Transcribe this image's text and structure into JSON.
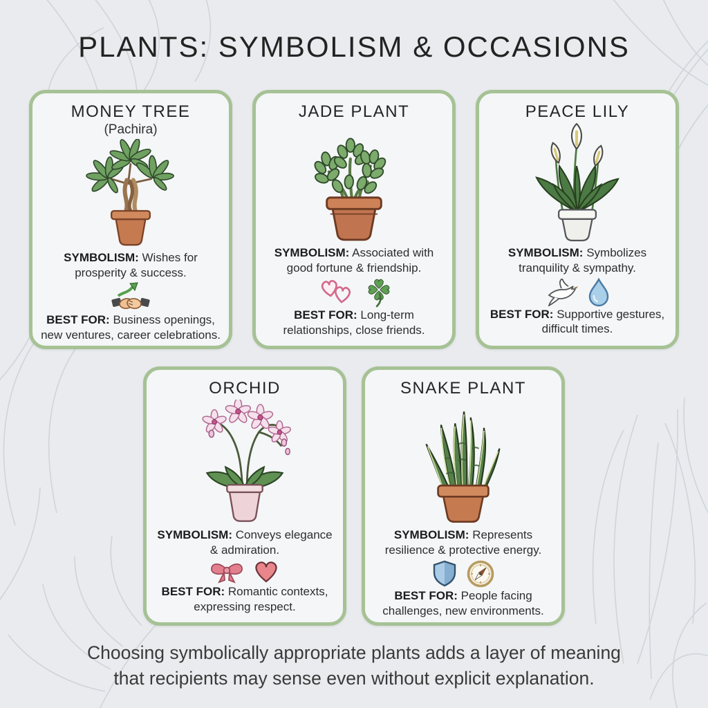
{
  "page_title": "PLANTS: SYMBOLISM & OCCASIONS",
  "labels": {
    "symbolism": "SYMBOLISM:",
    "best_for": "BEST FOR:"
  },
  "cards": [
    {
      "name": "MONEY TREE",
      "subtitle": "(Pachira)",
      "symbolism": "Wishes for prosperity & success.",
      "best_for": "Business openings, new ventures, career celebrations.",
      "plant": "money-tree",
      "icons": [
        "handshake-growth-icon"
      ]
    },
    {
      "name": "JADE PLANT",
      "symbolism": "Associated with good fortune & friendship.",
      "best_for": "Long-term relationships, close friends.",
      "plant": "jade-plant",
      "icons": [
        "linked-hearts-icon",
        "four-leaf-clover-icon"
      ]
    },
    {
      "name": "PEACE LILY",
      "symbolism": "Symbolizes tranquility & sympathy.",
      "best_for": "Supportive gestures, difficult times.",
      "plant": "peace-lily",
      "icons": [
        "dove-icon",
        "water-drop-icon"
      ]
    },
    {
      "name": "ORCHID",
      "symbolism": "Conveys elegance & admiration.",
      "best_for": "Romantic contexts, expressing respect.",
      "plant": "orchid",
      "icons": [
        "ribbon-bow-icon",
        "heart-icon"
      ]
    },
    {
      "name": "SNAKE PLANT",
      "symbolism": "Represents resilience & protective energy.",
      "best_for": "People facing challenges, new environments.",
      "plant": "snake-plant",
      "icons": [
        "shield-icon",
        "compass-icon"
      ]
    }
  ],
  "footer": {
    "line1": "Choosing symbolically appropriate plants adds a layer of meaning",
    "line2": "that recipients may sense even without explicit explanation."
  },
  "colors": {
    "background": "#e9ebee",
    "card_background": "#f4f6f7",
    "card_border": "#a6c295",
    "title_text": "#232323",
    "body_text": "#2e2e2e",
    "terracotta_pot": "#c57a50",
    "leaf_green": "#6fa161",
    "decor_line": "#d0d4d9"
  }
}
